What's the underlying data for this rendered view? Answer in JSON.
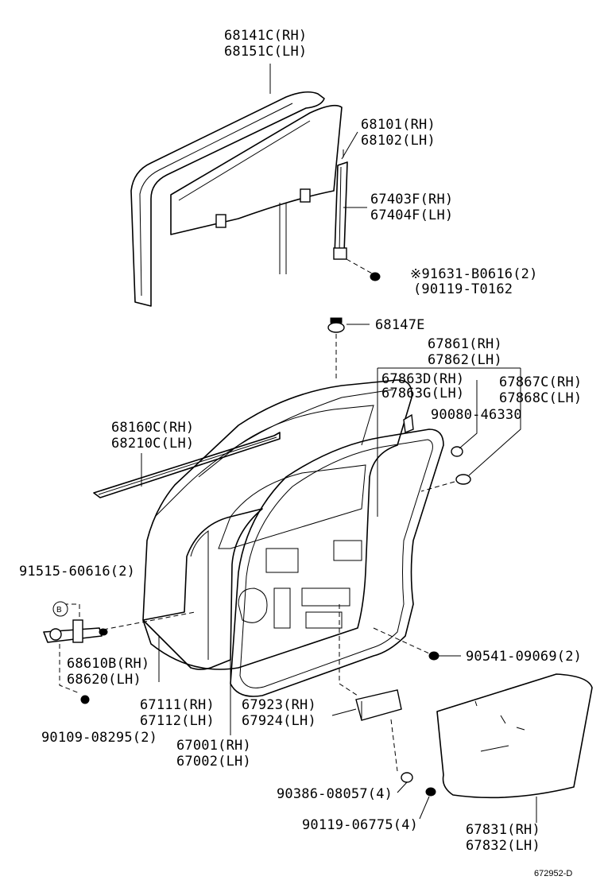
{
  "diagram_id": "672952-D",
  "labels": {
    "l68141": [
      "68141C(RH)",
      "68151C(LH)"
    ],
    "l68101": [
      "68101(RH)",
      "68102(LH)"
    ],
    "l67403": [
      "67403F(RH)",
      "67404F(LH)"
    ],
    "l91631": [
      "※91631-B0616(2)",
      "(90119-T0162"
    ],
    "l68147": [
      "68147E"
    ],
    "l67861": [
      "67861(RH)",
      "67862(LH)"
    ],
    "l67863": [
      "67863D(RH)",
      "67863G(LH)"
    ],
    "l67867": [
      "67867C(RH)",
      "67868C(LH)"
    ],
    "l90080": [
      "90080-46330"
    ],
    "l68160": [
      "68160C(RH)",
      "68210C(LH)"
    ],
    "l91515": [
      "91515-60616(2)"
    ],
    "lB": [
      "B"
    ],
    "l68610": [
      "68610B(RH)",
      "68620(LH)"
    ],
    "l90541": [
      "90541-09069(2)"
    ],
    "l67111": [
      "67111(RH)",
      "67112(LH)"
    ],
    "l67923": [
      "67923(RH)",
      "67924(LH)"
    ],
    "l90109": [
      "90109-08295(2)"
    ],
    "l67001": [
      "67001(RH)",
      "67002(LH)"
    ],
    "l90386": [
      "90386-08057(4)"
    ],
    "l90119": [
      "90119-06775(4)"
    ],
    "l67831": [
      "67831(RH)",
      "67832(LH)"
    ]
  }
}
